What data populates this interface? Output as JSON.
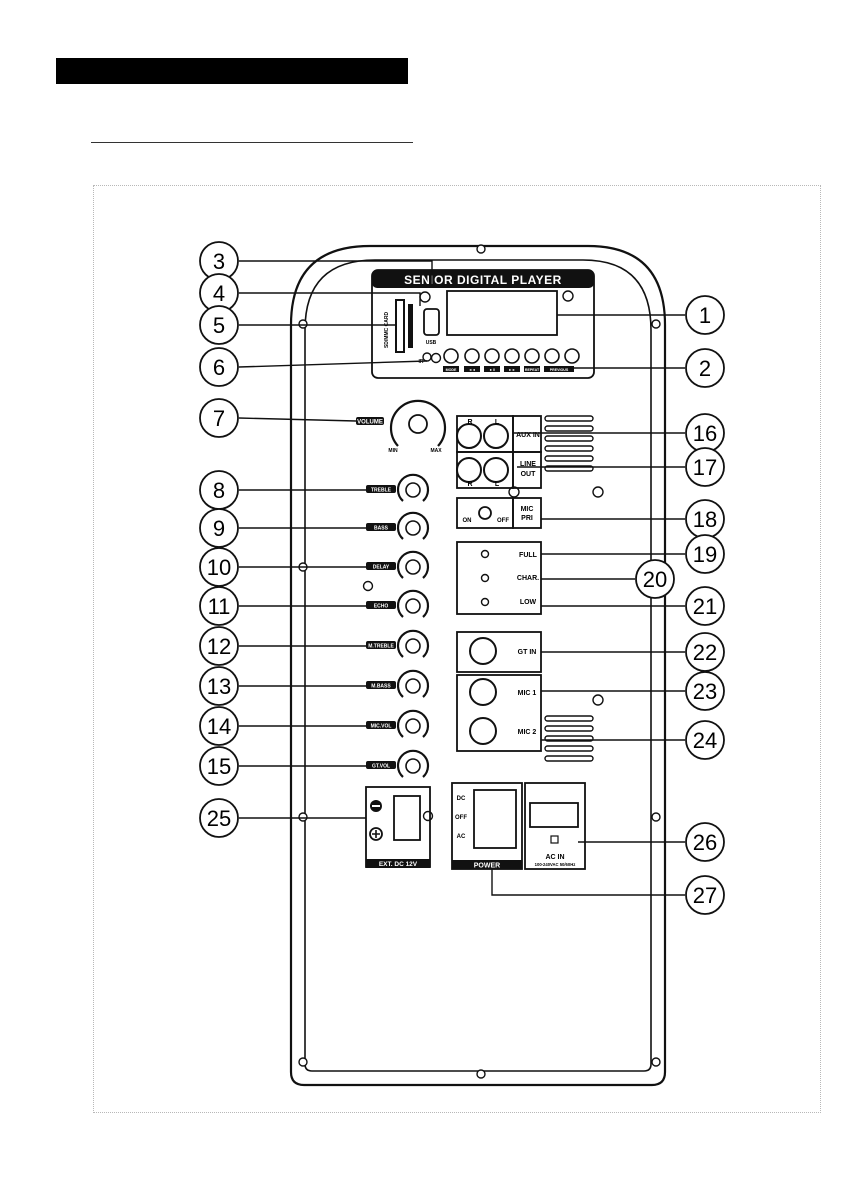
{
  "player": {
    "title": "SENIOR DIGITAL PLAYER",
    "usb": "USB",
    "sd_card": "SD/MMC CARD",
    "ir": "IR",
    "button_labels": [
      "MODE",
      "◄◄",
      "►II",
      "►►",
      "REPEAT",
      "PREVIOUS"
    ]
  },
  "controls": {
    "volume": "VOLUME",
    "min": "MIN",
    "max": "MAX",
    "knobs": [
      "TREBLE",
      "BASS",
      "DELAY",
      "ECHO",
      "M.TREBLE",
      "M.BASS",
      "MIC.VOL",
      "GT.VOL"
    ]
  },
  "io": {
    "r": "R",
    "l": "L",
    "aux_in": "AUX IN",
    "line_out": [
      "LINE",
      "OUT"
    ],
    "on": "ON",
    "off": "OFF",
    "mic_pri": [
      "MIC",
      "PRI"
    ],
    "full": "FULL",
    "charge": "CHAR.",
    "low": "LOW",
    "gt_in": "GT IN",
    "mic1": "MIC 1",
    "mic2": "MIC 2",
    "ext_dc": "EXT. DC 12V",
    "dc": "DC",
    "off2": "OFF",
    "ac": "AC",
    "power": "POWER",
    "ac_in": "AC IN",
    "ac_spec": "100-240VAC 50/60Hz"
  },
  "callouts": [
    "1",
    "2",
    "3",
    "4",
    "5",
    "6",
    "7",
    "8",
    "9",
    "10",
    "11",
    "12",
    "13",
    "14",
    "15",
    "16",
    "17",
    "18",
    "19",
    "20",
    "21",
    "22",
    "23",
    "24",
    "25",
    "26",
    "27"
  ]
}
